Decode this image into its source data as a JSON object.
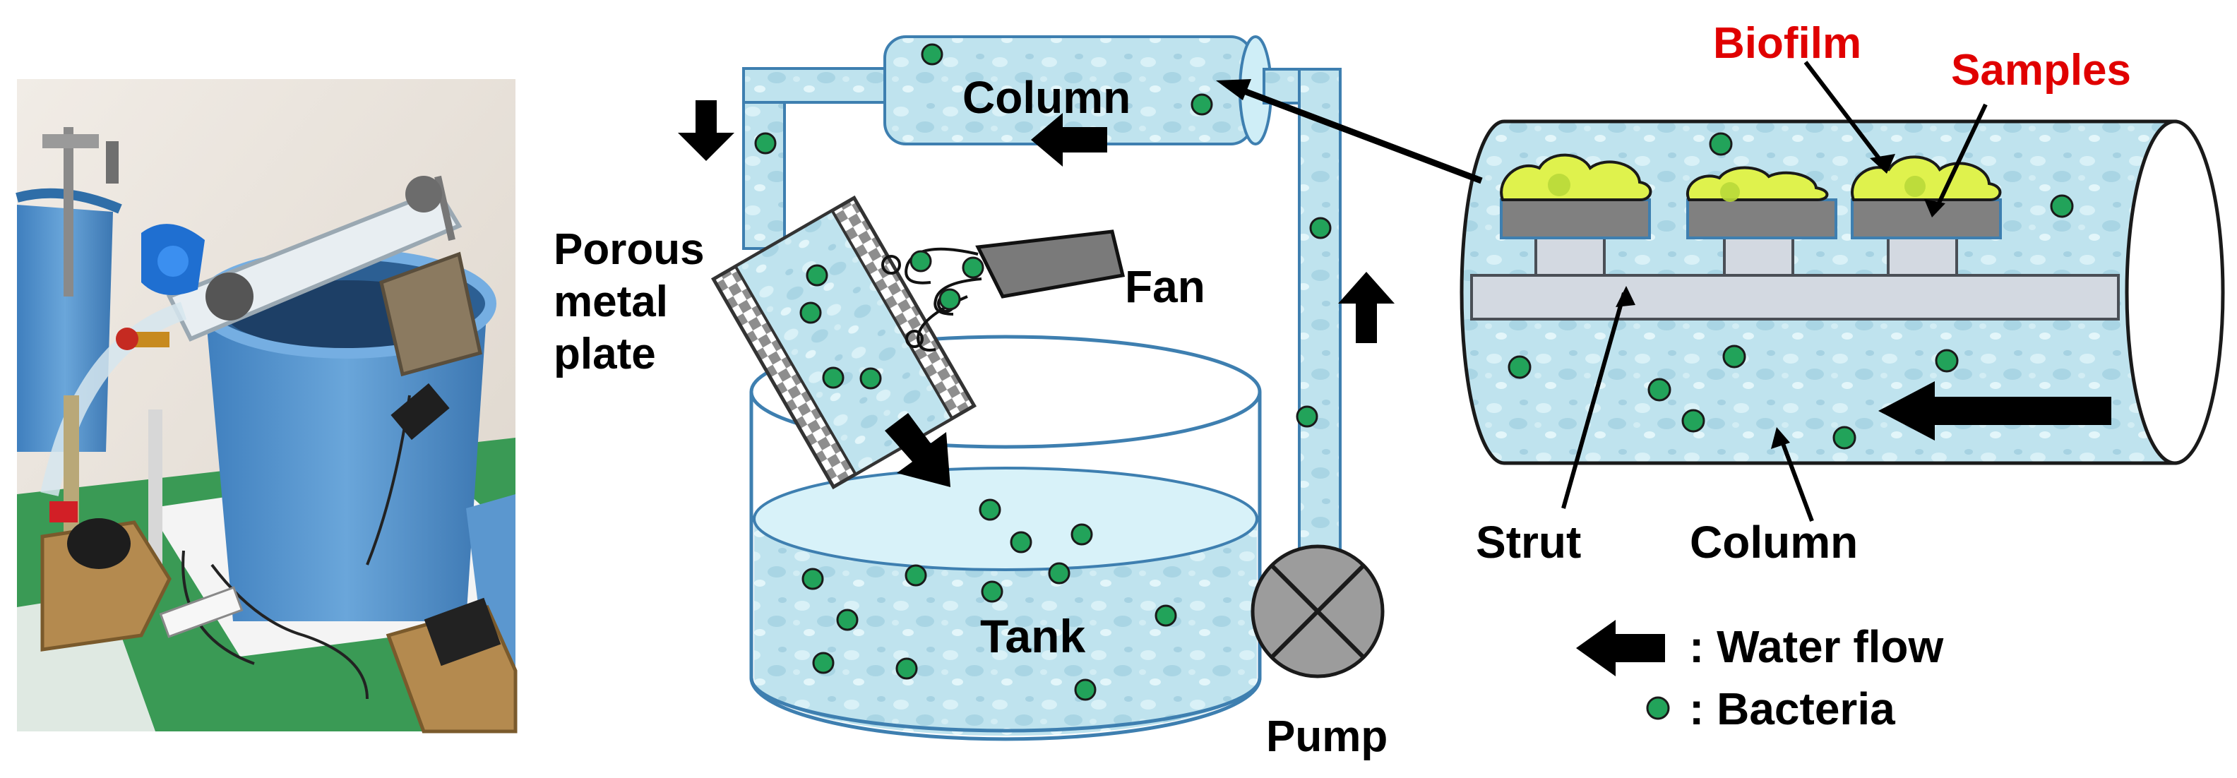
{
  "labels": {
    "column_top": "Column",
    "porous_line1": "Porous",
    "porous_line2": "metal",
    "porous_line3": "plate",
    "fan": "Fan",
    "tank": "Tank",
    "pump": "Pump",
    "biofilm": "Biofilm",
    "samples": "Samples",
    "strut": "Strut",
    "column_detail": "Column"
  },
  "legend": {
    "water_flow": ": Water flow",
    "bacteria": ": Bacteria"
  },
  "colors": {
    "water_fill": "#bfe3ee",
    "water_edge": "#3e7fb0",
    "bacteria": "#22a35a",
    "arrow": "#000000",
    "biofilm": "#dff24d",
    "sample_plate": "#808080",
    "strut": "#d3d9e1",
    "callout_red": "#e00000",
    "photo_wall": "#ece6df",
    "photo_floor": "#3a9a55",
    "photo_bucket": "#5b97cf"
  },
  "icons": {
    "pump": "pump-x-circle-icon",
    "fan": "fan-icon",
    "flow_arrow": "arrow-icon",
    "bacterium": "bacterium-dot-icon"
  }
}
